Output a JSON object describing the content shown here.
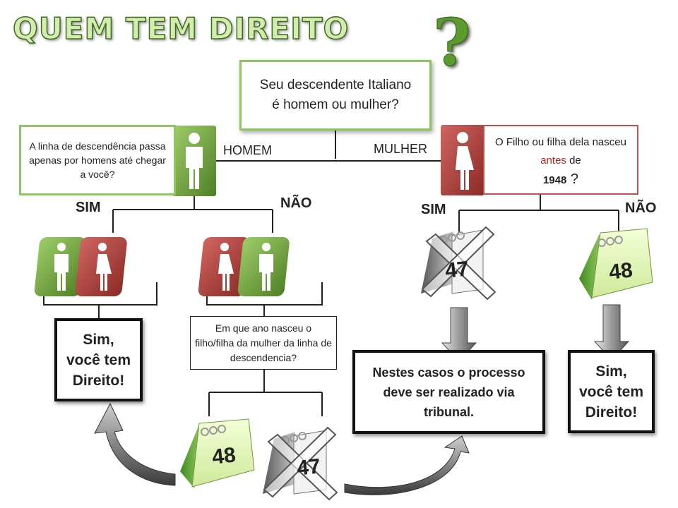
{
  "title": "QUEM TEM DIREITO",
  "title_mark": "?",
  "question_main": {
    "line1": "Seu descendente Italiano",
    "line2": "é homem ou mulher?"
  },
  "edge_labels": {
    "man": "HOMEM",
    "woman": "MULHER"
  },
  "question_left": {
    "text": "A linha de descendência passa apenas por homens até chegar a você?"
  },
  "question_right": {
    "part1": "O Filho ou filha dela nasceu ",
    "highlight": "antes",
    "part2": " de",
    "year": "1948",
    "suffix": " ?"
  },
  "branch_labels": {
    "left_yes": "SIM",
    "left_no": "NÃO",
    "right_yes": "SIM",
    "right_no": "NÃO"
  },
  "result_left": {
    "line1": "Sim,",
    "line2": "você tem",
    "line3": "Direito!"
  },
  "question_mid": {
    "text": "Em que ano nasceu o filho/filha da mulher da linha de descendencia?"
  },
  "result_tribunal": {
    "text": "Nestes casos o processo deve ser realizado via tribunal."
  },
  "result_right": {
    "line1": "Sim,",
    "line2": "você tem",
    "line3": "Direito!"
  },
  "calendars": {
    "right_yes": "47",
    "right_no": "48",
    "mid_left": "48",
    "mid_right": "47"
  },
  "colors": {
    "green": "#76a640",
    "green_dark": "#3d6e1c",
    "red": "#b8433f",
    "red_dark": "#7e2522",
    "accent_red_text": "#d0201a"
  }
}
